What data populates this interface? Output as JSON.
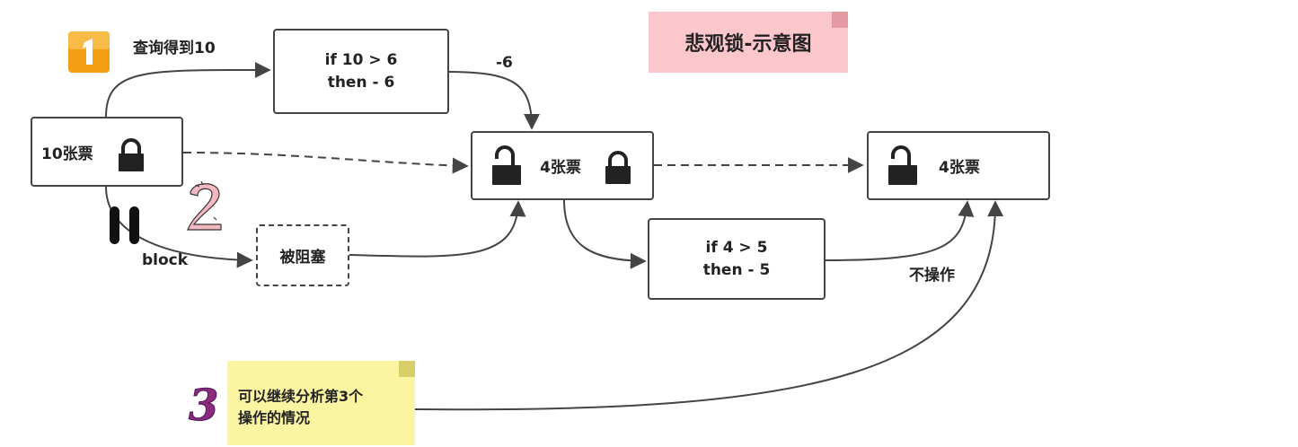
{
  "title_note": "悲观锁-示意图",
  "nodes": {
    "start": "10张票",
    "check_first": {
      "line1": "if 10 > 6",
      "line2": "then - 6"
    },
    "middle": "4张票",
    "blocked": "被阻塞",
    "check_second": {
      "line1": "if 4 > 5",
      "line2": "then - 5"
    },
    "end": "4张票"
  },
  "edge_labels": {
    "query": "查询得到10",
    "minus": "-6",
    "block": "block",
    "no_op": "不操作"
  },
  "badges": {
    "one": "1",
    "two": "2",
    "three": "3"
  },
  "note3": {
    "line1": "可以继续分析第3个",
    "line2": "操作的情况"
  },
  "colors": {
    "badge_one": "#f5a014",
    "badge_two": "#f4b8c2",
    "badge_three": "#8b2a7e",
    "title_note_bg": "#fbc7cc",
    "note3_bg": "#fbf5a2",
    "line": "#444444"
  },
  "icons": {
    "locked": "lock-closed-icon",
    "unlocked": "lock-open-icon",
    "pause": "pause-icon"
  }
}
